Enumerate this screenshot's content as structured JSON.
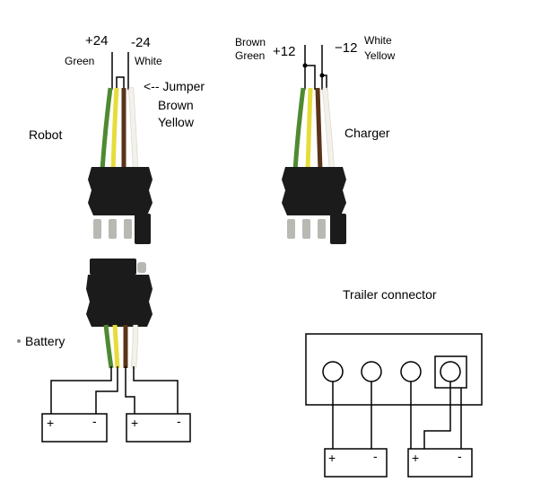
{
  "colors": {
    "green": "#4f8a32",
    "yellow": "#e6dd3a",
    "brown": "#5a3418",
    "white": "#f4f1e8",
    "plug": "#1b1b1b",
    "pin": "#b9b9b4",
    "line": "#000000"
  },
  "robot": {
    "label": "Robot",
    "plus": "+24",
    "minus": "-24",
    "green": "Green",
    "white": "White",
    "jumper": "<-- Jumper",
    "brown": "Brown",
    "yellow": "Yellow"
  },
  "charger": {
    "label": "Charger",
    "plus": "+12",
    "minus": "−12",
    "brown": "Brown",
    "green": "Green",
    "white": "White",
    "yellow": "Yellow"
  },
  "battery": {
    "label": "Battery",
    "b1_plus": "+",
    "b1_minus": "-",
    "b2_plus": "+",
    "b2_minus": "-"
  },
  "trailer": {
    "title": "Trailer connector",
    "b1_plus": "+",
    "b1_minus": "-",
    "b2_plus": "+",
    "b2_minus": "-"
  }
}
